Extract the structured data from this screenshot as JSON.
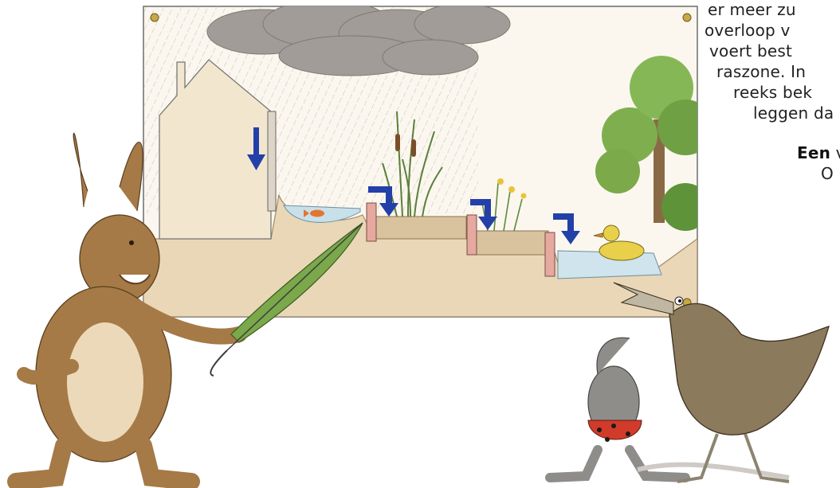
{
  "text_fragments": {
    "line1": "er meer zu",
    "line2": "overloop  v",
    "line3": "voert best",
    "line4": "raszone. In",
    "line5": "reeks  bek",
    "line6": "leggen da",
    "line7_bold": "Een",
    "line7_rest": " v",
    "line8": "O"
  },
  "colors": {
    "panel_bg": "#fbf7ee",
    "ground": "#e8d6b6",
    "water": "#c7e0ea",
    "arrow_blue": "#2340a8",
    "cloud": "#9a9590",
    "hare_fur": "#a57a46",
    "rail_bird": "#8c7a5c",
    "mole": "#8f8d8a",
    "mole_shorts": "#d23a2a"
  },
  "icons": [
    "down-arrow-icon",
    "step-arrow-icon",
    "fish-icon",
    "duck-icon",
    "umbrella-icon"
  ]
}
